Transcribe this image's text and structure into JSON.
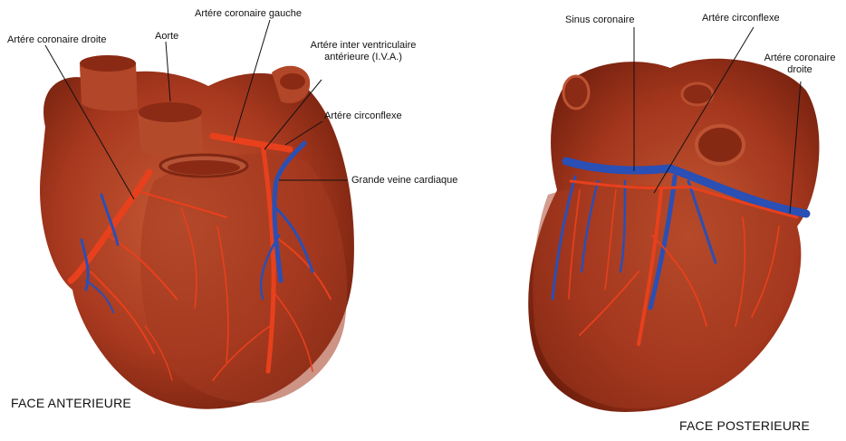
{
  "anterior": {
    "caption": "FACE ANTERIEURE",
    "labels": {
      "lcg": "Artére coronaire gauche",
      "rcd": "Artére coronaire droite",
      "aorta": "Aorte",
      "iva_line1": "Artére inter ventriculaire",
      "iva_line2": "antérieure (I.V.A.)",
      "circ": "Artére circonflexe",
      "gvc": "Grande veine cardiaque"
    }
  },
  "posterior": {
    "caption": "FACE POSTERIEURE",
    "labels": {
      "sinus": "Sinus coronaire",
      "circ": "Artére circonflexe",
      "rcd_line1": "Artére coronaire",
      "rcd_line2": "droite"
    }
  },
  "colors": {
    "muscle": "#b3442a",
    "muscle_dark": "#7a2410",
    "artery": "#e8401c",
    "vein": "#2a4fb5"
  }
}
